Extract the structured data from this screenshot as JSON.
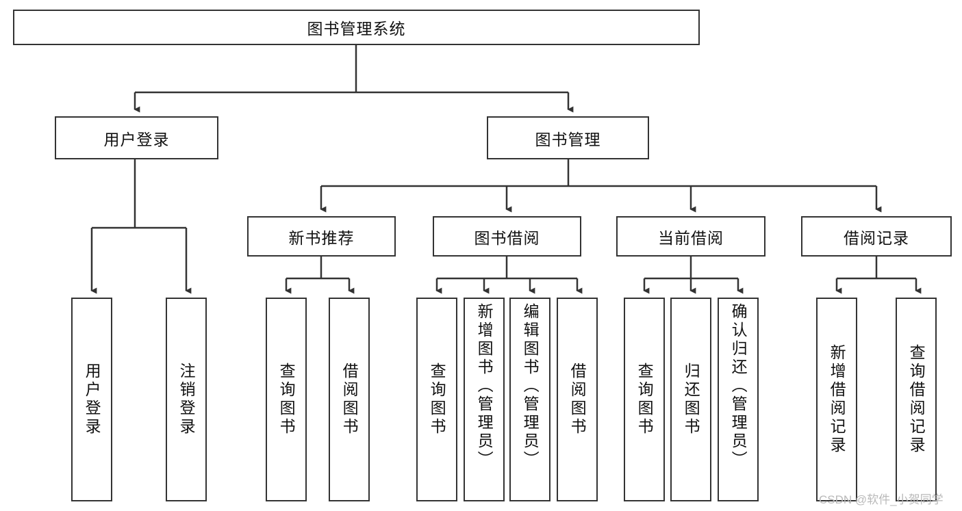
{
  "diagram": {
    "type": "tree-hierarchy",
    "title": "图书管理系统",
    "watermark": "CSDN @软件_小贺同学",
    "colors": {
      "stroke": "#333333",
      "fill": "#ffffff",
      "text": "#111111",
      "watermark": "#b9b9b9"
    },
    "nodes": {
      "root": {
        "label": "图书管理系统"
      },
      "level2": [
        {
          "id": "user-login",
          "label": "用户登录"
        },
        {
          "id": "book-manage",
          "label": "图书管理"
        }
      ],
      "level3": [
        {
          "id": "new-book-rec",
          "label": "新书推荐"
        },
        {
          "id": "book-borrow",
          "label": "图书借阅"
        },
        {
          "id": "current-borrow",
          "label": "当前借阅"
        },
        {
          "id": "borrow-record",
          "label": "借阅记录"
        }
      ],
      "leaves": {
        "user_login": [
          {
            "id": "leaf-user-login",
            "label": "用户登录"
          },
          {
            "id": "leaf-logout",
            "label": "注销登录"
          }
        ],
        "new_book_rec": [
          {
            "id": "leaf-query-book-1",
            "label": "查询图书"
          },
          {
            "id": "leaf-borrow-book-1",
            "label": "借阅图书"
          }
        ],
        "book_borrow": [
          {
            "id": "leaf-query-book-2",
            "label": "查询图书"
          },
          {
            "id": "leaf-add-book",
            "label": "新增图书（管理员）"
          },
          {
            "id": "leaf-edit-book",
            "label": "编辑图书（管理员）"
          },
          {
            "id": "leaf-borrow-book-2",
            "label": "借阅图书"
          }
        ],
        "current_borrow": [
          {
            "id": "leaf-query-book-3",
            "label": "查询图书"
          },
          {
            "id": "leaf-return-book",
            "label": "归还图书"
          },
          {
            "id": "leaf-confirm-return",
            "label": "确认归还（管理员）"
          }
        ],
        "borrow_record": [
          {
            "id": "leaf-add-record",
            "label": "新增借阅记录"
          },
          {
            "id": "leaf-query-record",
            "label": "查询借阅记录"
          }
        ]
      }
    }
  }
}
